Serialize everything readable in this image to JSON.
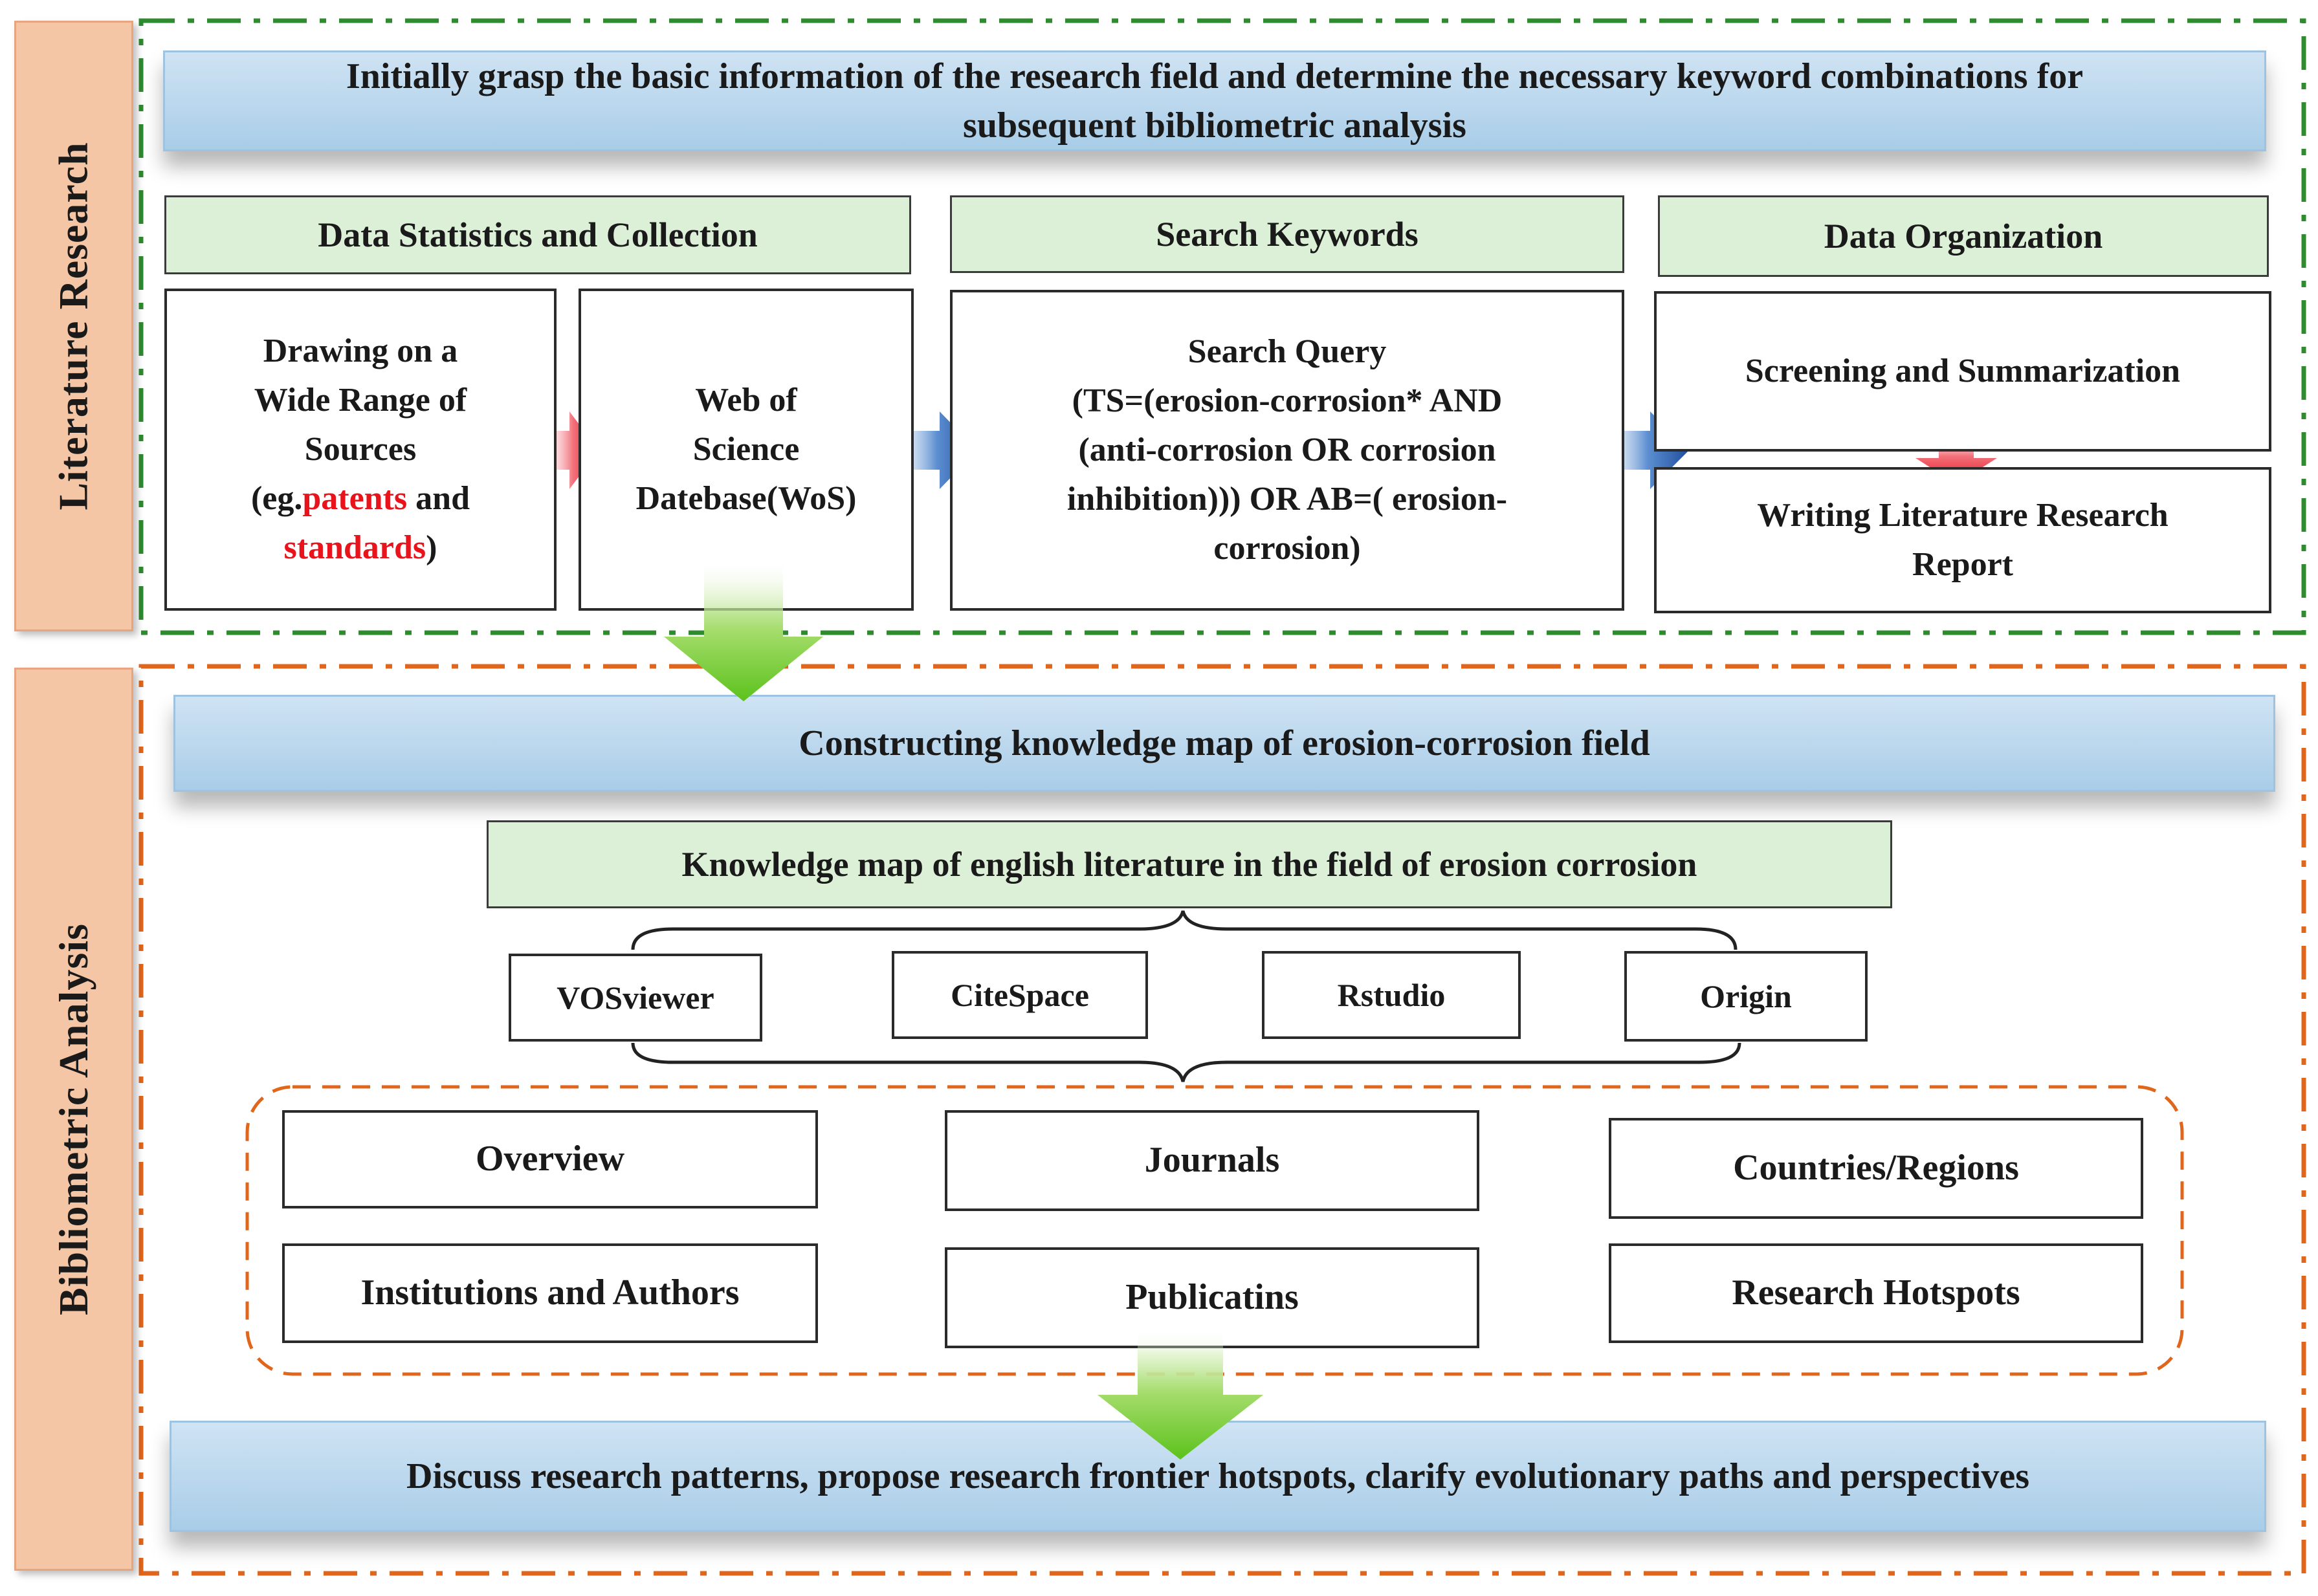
{
  "sides": {
    "literature": "Literature Research",
    "bibliometric": "Bibliometric Analysis"
  },
  "top_banner": {
    "line1": "Initially grasp the basic information of the research field and determine the necessary keyword combinations for",
    "line2": "subsequent bibliometric analysis"
  },
  "literature": {
    "headers": {
      "collection": "Data Statistics and Collection",
      "keywords": "Search Keywords",
      "organization": "Data Organization"
    },
    "sources": {
      "line1": "Drawing on a",
      "line2": "Wide Range of",
      "line3": "Sources",
      "line4_pre": "(eg.",
      "patents": "patents",
      "line4_post": " and",
      "standards": "standards",
      "line5_post": ")"
    },
    "wos": {
      "line1": "Web of",
      "line2": "Science",
      "line3": "Datebase(WoS)"
    },
    "query": {
      "line1": "Search Query",
      "line2": "(TS=(erosion-corrosion* AND",
      "line3": "(anti-corrosion OR corrosion",
      "line4": "inhibition))) OR AB=( erosion-",
      "line5": "corrosion)"
    },
    "screening": "Screening and Summarization",
    "report": {
      "line1": "Writing Literature Research",
      "line2": "Report"
    }
  },
  "bibliometric": {
    "banner": "Constructing knowledge map of erosion-corrosion field",
    "map_title": "Knowledge map of english literature in the field of erosion corrosion",
    "tools": [
      "VOSviewer",
      "CiteSpace",
      "Rstudio",
      "Origin"
    ],
    "topics": {
      "overview": "Overview",
      "journals": "Journals",
      "countries": "Countries/Regions",
      "institutions": "Institutions and Authors",
      "publications": "Publicatins",
      "hotspots": "Research Hotspots"
    },
    "bottom": "Discuss research patterns, propose research frontier hotspots, clarify evolutionary paths and perspectives"
  },
  "colors": {
    "literature_border": "#2e8b2e",
    "bibliometric_border": "#e0661c",
    "side_fill": "#f5c6a5",
    "banner_fill": "#aed0ea",
    "header_fill": "#dcefd7",
    "highlight_red": "#e8131b"
  }
}
